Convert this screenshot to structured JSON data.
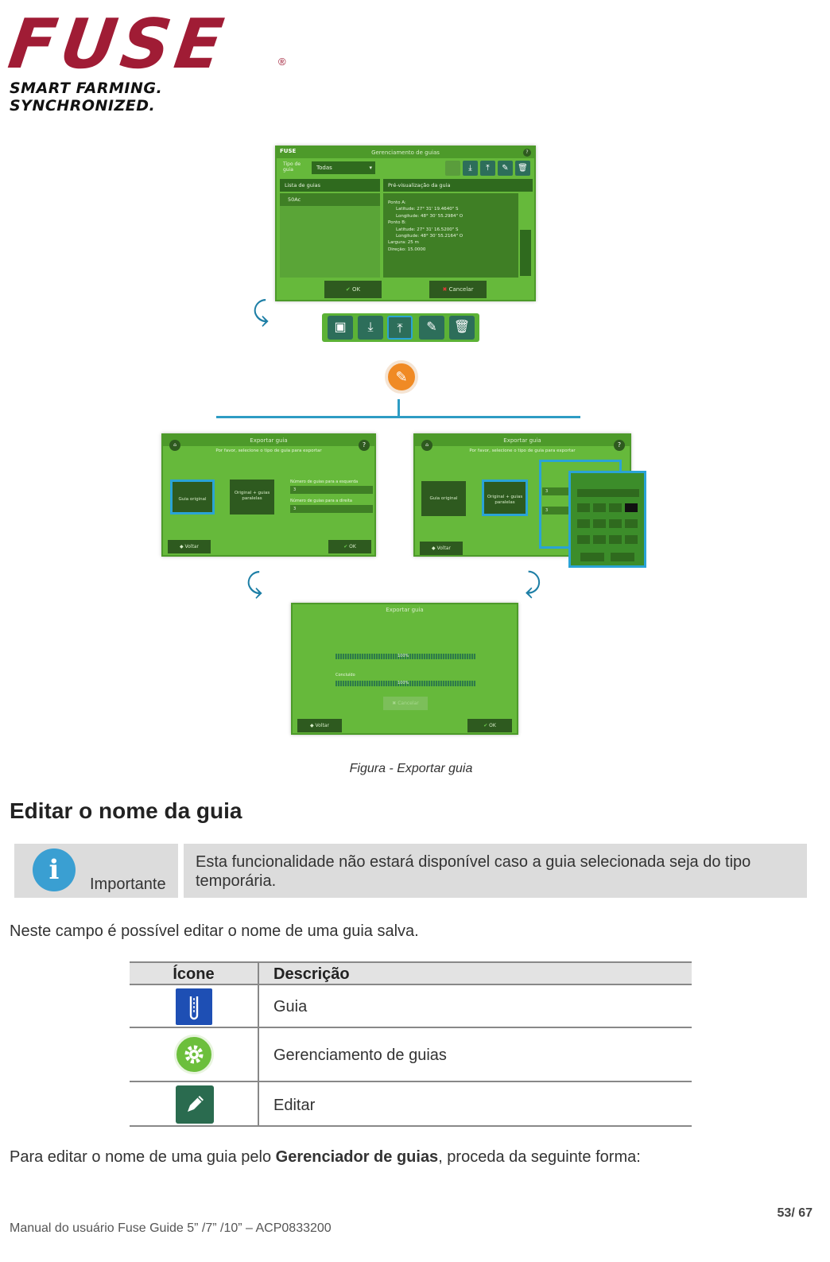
{
  "brand": {
    "logo_text": "FUSE",
    "registered_mark": "®",
    "tagline": "SMART FARMING. SYNCHRONIZED."
  },
  "figure": {
    "caption": "Figura - Exportar guia",
    "main_screen": {
      "title": "Gerenciamento de guias",
      "help": "?",
      "filter_label": "Tipo de guia",
      "filter_value": "Todas",
      "list_header": "Lista de guias",
      "list_item": "50Ac",
      "preview_header": "Pré-visualização da guia",
      "preview_lines": [
        "Ponto A:",
        "Latitude: 27° 31' 19.4640\" S",
        "Longitude: 48° 30' 55.2984\" O",
        "Ponto B:",
        "Latitude: 27° 31' 16.5200\" S",
        "Longitude: 48° 30' 55.2164\" O",
        "Largura: 25 m",
        "Direção: 15.0000"
      ],
      "ok": "OK",
      "cancel": "Cancelar"
    },
    "export_left": {
      "title": "Exportar guia",
      "prompt": "Por favor, selecione o tipo de guia para exportar",
      "option_original": "Guia original",
      "option_parallel": "Original + guias paralelas",
      "field_left": "Número de guias para a esquerda",
      "field_left_value": "3",
      "field_right": "Número de guias para a direita",
      "field_right_value": "3",
      "back": "Voltar",
      "ok": "OK"
    },
    "export_right": {
      "title": "Exportar guia",
      "prompt": "Por favor, selecione o tipo de guia para exportar",
      "option_original": "Guia original",
      "option_parallel": "Original + guias paralelas",
      "field_value_1": "3",
      "field_value_2": "3",
      "back": "Voltar"
    },
    "progress": {
      "title": "Exportar guia",
      "bar1_label": "100%",
      "bar2_caption": "Concluído",
      "bar2_label": "100%",
      "cancel": "Cancelar",
      "back": "Voltar",
      "ok": "OK"
    }
  },
  "section": {
    "title": "Editar o nome da guia",
    "note_label": "Importante",
    "note_text": "Esta funcionalidade não estará disponível caso a guia selecionada seja do tipo temporária.",
    "intro": "Neste campo é possível editar o nome de uma guia salva.",
    "table": {
      "col_icon": "Ícone",
      "col_desc": "Descrição",
      "rows": [
        {
          "icon": "guide-icon",
          "desc": "Guia"
        },
        {
          "icon": "gear-icon",
          "desc": "Gerenciamento de guias"
        },
        {
          "icon": "pencil-icon",
          "desc": "Editar"
        }
      ]
    },
    "outro_prefix": "Para editar o nome de uma guia pelo ",
    "outro_bold": "Gerenciador de guias",
    "outro_suffix": ", proceda da seguinte forma:"
  },
  "footer": {
    "page": "53/ 67",
    "manual": "Manual do usuário Fuse Guide 5” /7” /10” – ACP0833200"
  },
  "colors": {
    "brand_red": "#a01c35",
    "screen_green": "#66b93b",
    "accent_blue": "#2aa3d6",
    "icon_blue": "#1e4fb4",
    "icon_green": "#6cbf3c",
    "icon_dark_green": "#2a6b4f"
  }
}
